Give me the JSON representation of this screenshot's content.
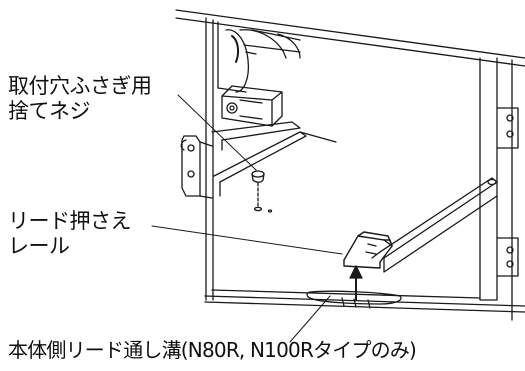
{
  "callouts": {
    "screw": {
      "lines": [
        "取付穴ふさぎ用",
        "捨てネジ"
      ]
    },
    "rail": {
      "lines": [
        "リード押さえ",
        "レール"
      ]
    },
    "groove": {
      "lines": [
        "本体側リード通し溝(N80R, N100Rタイプのみ)"
      ]
    }
  },
  "colors": {
    "stroke": "#1a1a1a",
    "background": "#ffffff"
  }
}
